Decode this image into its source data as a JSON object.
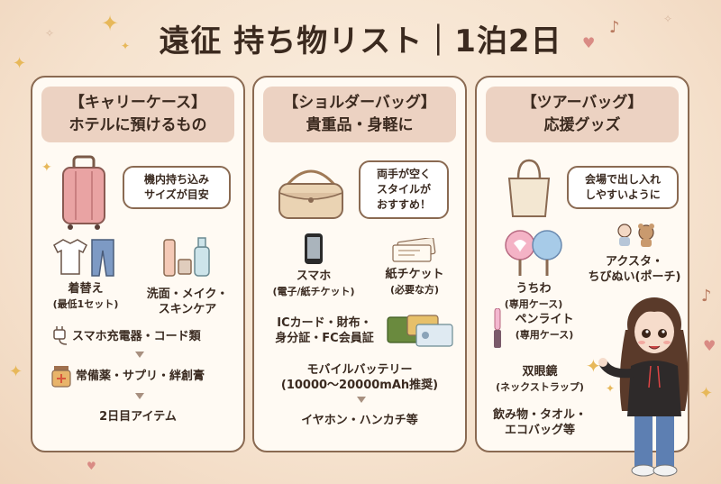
{
  "title": "遠征 持ち物リスト｜1泊2日",
  "cards": [
    {
      "head1": "【キャリーケース】",
      "head2": "ホテルに預けるもの",
      "bubble": [
        "機内持ち込み",
        "サイズが目安"
      ],
      "items": {
        "clothes": "着替え",
        "clothes_sub": "(最低1セット)",
        "cosme1": "洗面・メイク・",
        "cosme2": "スキンケア",
        "charger": "スマホ充電器・コード類",
        "medicine": "常備薬・サプリ・絆創膏",
        "day2": "2日目アイテム"
      }
    },
    {
      "head1": "【ショルダーバッグ】",
      "head2": "貴重品・身軽に",
      "bubble": [
        "両手が空く",
        "スタイルが",
        "おすすめ！"
      ],
      "items": {
        "phone": "スマホ",
        "phone_sub": "(電子/紙チケット)",
        "ticket": "紙チケット",
        "ticket_sub": "(必要な方)",
        "cards1": "ICカード・財布・",
        "cards2": "身分証・FC会員証",
        "battery": "モバイルバッテリー",
        "battery_sub": "(10000〜20000mAh推奨)",
        "earphone": "イヤホン・ハンカチ等"
      }
    },
    {
      "head1": "【ツアーバッグ】",
      "head2": "応援グッズ",
      "bubble": [
        "会場で出し入れ",
        "しやすいように"
      ],
      "items": {
        "uchiwa": "うちわ",
        "uchiwa_sub": "(専用ケース)",
        "acsta1": "アクスタ・",
        "acsta2": "ちびぬい(ポーチ)",
        "penlight": "ペンライト",
        "penlight_sub": "(専用ケース)",
        "binocular": "双眼鏡",
        "binocular_sub": "(ネックストラップ)",
        "drinks1": "飲み物・タオル・",
        "drinks2": "エコバッグ等"
      }
    }
  ],
  "colors": {
    "border": "#8a6a52",
    "header": "#ecd2c2",
    "background": "#f6e3cf"
  }
}
